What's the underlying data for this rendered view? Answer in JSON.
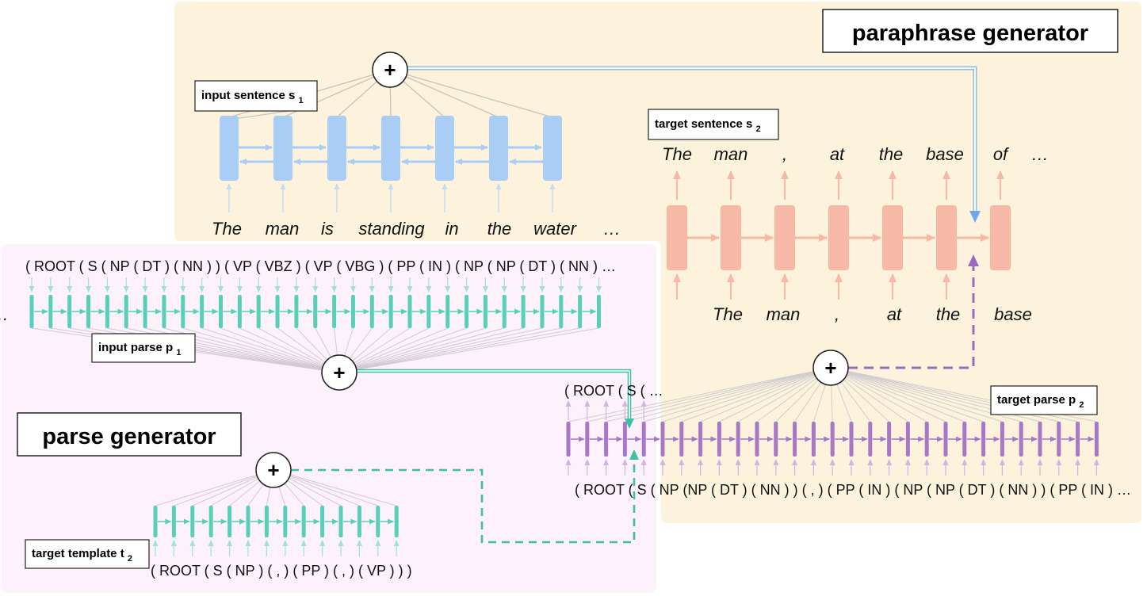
{
  "paraphrase_generator": {
    "title": "paraphrase generator",
    "input_sentence_label": "input sentence",
    "input_sentence_sub": "1",
    "input_sentence_var": "s",
    "input_tokens": [
      "The",
      "man",
      "is",
      "standing",
      "in",
      "the",
      "water",
      "…"
    ],
    "target_sentence_label": "target sentence",
    "target_sentence_var": "s",
    "target_sentence_sub": "2",
    "output_tokens": [
      "The",
      "man",
      ",",
      "at",
      "the",
      "base",
      "of",
      "…"
    ],
    "decoder_input_tokens": [
      "The",
      "man",
      ",",
      "at",
      "the",
      "base",
      "…"
    ]
  },
  "parse_generator": {
    "title": "parse generator",
    "input_parse_label": "input parse",
    "input_parse_var": "p",
    "input_parse_sub": "1",
    "input_parse_text": "( ROOT ( S ( NP ( DT ) ( NN ) ) ( VP ( VBZ ) ( VP ( VBG ) ( PP ( IN ) ( NP ( NP ( DT ) ( NN ) …",
    "target_template_label": "target template",
    "target_template_var": "t",
    "target_template_sub": "2",
    "target_template_text": "( ROOT ( S ( NP ) ( , ) ( PP ) ( , ) ( VP ) ) )",
    "target_parse_label": "target parse",
    "target_parse_var": "p",
    "target_parse_sub": "2",
    "target_parse_output_text": "( ROOT ( S ( …",
    "target_parse_input_text": "( ROOT ( S ( NP (NP ( DT ) ( NN ) ) ( , ) ( PP ( IN ) ( NP ( NP ( DT ) ( NN ) ) ( PP ( IN ) …"
  },
  "symbols": {
    "plus": "+"
  },
  "colors": {
    "paraphrase_bg": "#fdf3dc",
    "parse_bg": "#fdf1fb",
    "blue": "#a9cdf5",
    "salmon": "#f8b8a6",
    "teal": "#58d0b8",
    "purple": "#a878c6"
  }
}
